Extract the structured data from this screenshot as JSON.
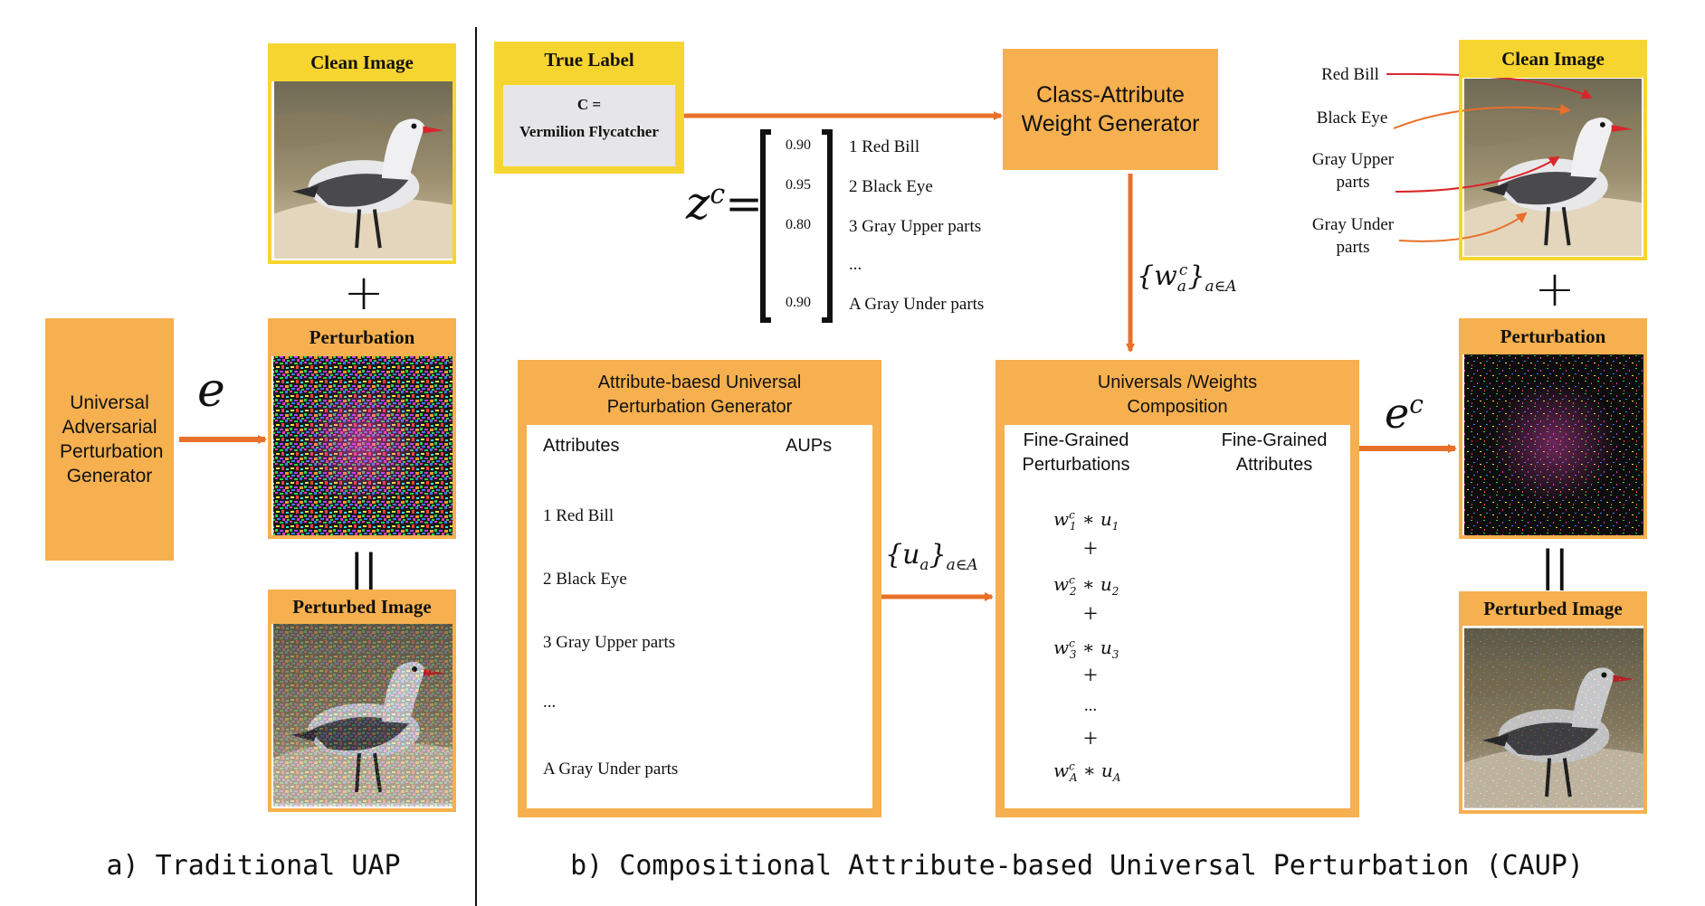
{
  "panel_a": {
    "generator_label": "Universal Adversarial Perturbation Generator",
    "arrow_symbol": "e",
    "clean_title": "Clean Image",
    "plus": "+",
    "perturbation_title": "Perturbation",
    "equals": "||",
    "perturbed_title": "Perturbed Image",
    "caption": "a) Traditional UAP"
  },
  "panel_b": {
    "true_label_title": "True Label",
    "true_label_line1": "C =",
    "true_label_line2": "Vermilion Flycatcher",
    "weight_generator": "Class-Attribute Weight Generator",
    "z_symbol": "z",
    "z_superscript": "c",
    "z_equals": "=",
    "vector": [
      {
        "value": "0.90",
        "label": "1 Red Bill"
      },
      {
        "value": "0.95",
        "label": "2 Black Eye"
      },
      {
        "value": "0.80",
        "label": "3 Gray Upper parts"
      },
      {
        "value": "",
        "label": "..."
      },
      {
        "value": "0.90",
        "label": "A Gray Under parts"
      }
    ],
    "weights_set": "{w",
    "weights_sup": "c",
    "weights_sub": "a",
    "weights_close": "}",
    "weights_index": "a∈A",
    "aupg_title": "Attribute-baesd Universal Perturbation Generator",
    "attributes_header": "Attributes",
    "aups_header": "AUPs",
    "attributes": [
      "1 Red Bill",
      "2 Black Eye",
      "3 Gray Upper parts",
      "...",
      "A Gray Under parts"
    ],
    "u_set": "{u",
    "u_sub": "a",
    "u_close": "}",
    "u_index": "a∈A",
    "composition_title": "Universals /Weights Composition",
    "fine_perturbations_header": "Fine-Grained Perturbations",
    "fine_attributes_header": "Fine-Grained Attributes",
    "terms": [
      {
        "w": "w",
        "sup": "c",
        "sub": "1",
        "op": " ∗ ",
        "u": "u",
        "usub": "1"
      },
      {
        "w": "w",
        "sup": "c",
        "sub": "2",
        "op": " ∗ ",
        "u": "u",
        "usub": "2"
      },
      {
        "w": "w",
        "sup": "c",
        "sub": "3",
        "op": " ∗ ",
        "u": "u",
        "usub": "3"
      },
      {
        "w": "w",
        "sup": "c",
        "sub": "A",
        "op": " ∗ ",
        "u": "u",
        "usub": "A"
      }
    ],
    "plus": "+",
    "dots": "...",
    "ec_symbol": "e",
    "ec_sup": "c",
    "clean_title": "Clean Image",
    "perturbation_title": "Perturbation",
    "perturbed_title": "Perturbed Image",
    "equals": "||",
    "annotations": [
      "Red Bill",
      "Black Eye",
      "Gray Upper parts",
      "Gray Under parts"
    ],
    "caption": "b) Compositional Attribute-based Universal Perturbation (CAUP)"
  },
  "colors": {
    "orange_box": "#f6b04f",
    "yellow_box": "#f7d531",
    "arrow_orange": "#e8702a",
    "arrow_gray": "#8a8a8a",
    "annotation_red": "#d9252b"
  }
}
